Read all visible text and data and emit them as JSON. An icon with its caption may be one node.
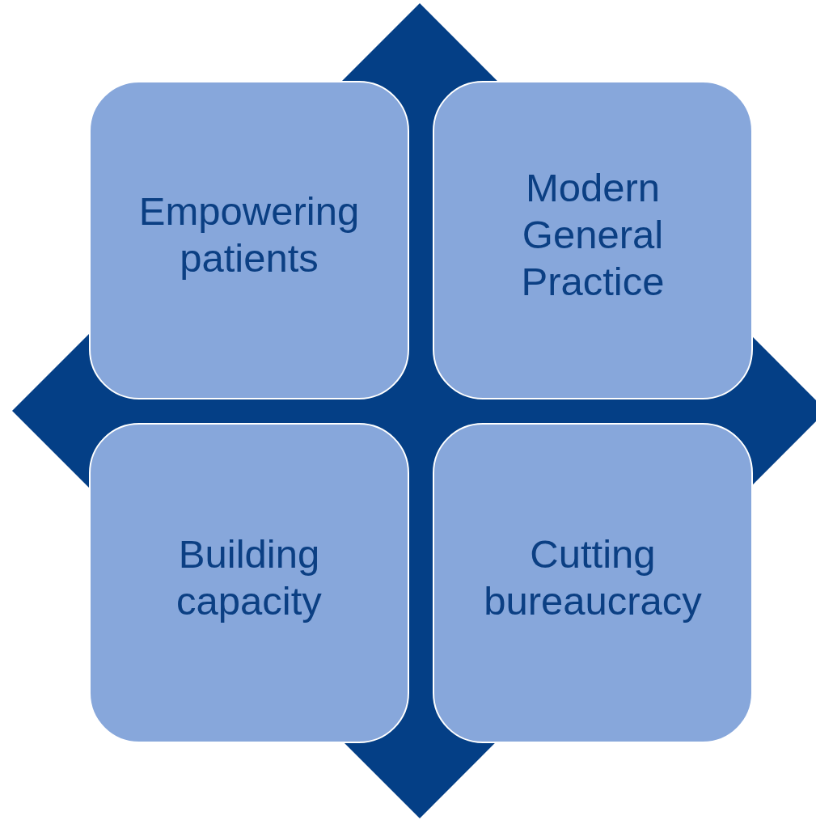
{
  "diagram": {
    "nodes": [
      {
        "text": [
          "Empowering patients"
        ]
      },
      {
        "text": [
          "Modern General Practice"
        ]
      },
      {
        "text": [
          "Building capacity"
        ]
      },
      {
        "text": [
          "Cutting bureaucracy"
        ]
      }
    ]
  }
}
